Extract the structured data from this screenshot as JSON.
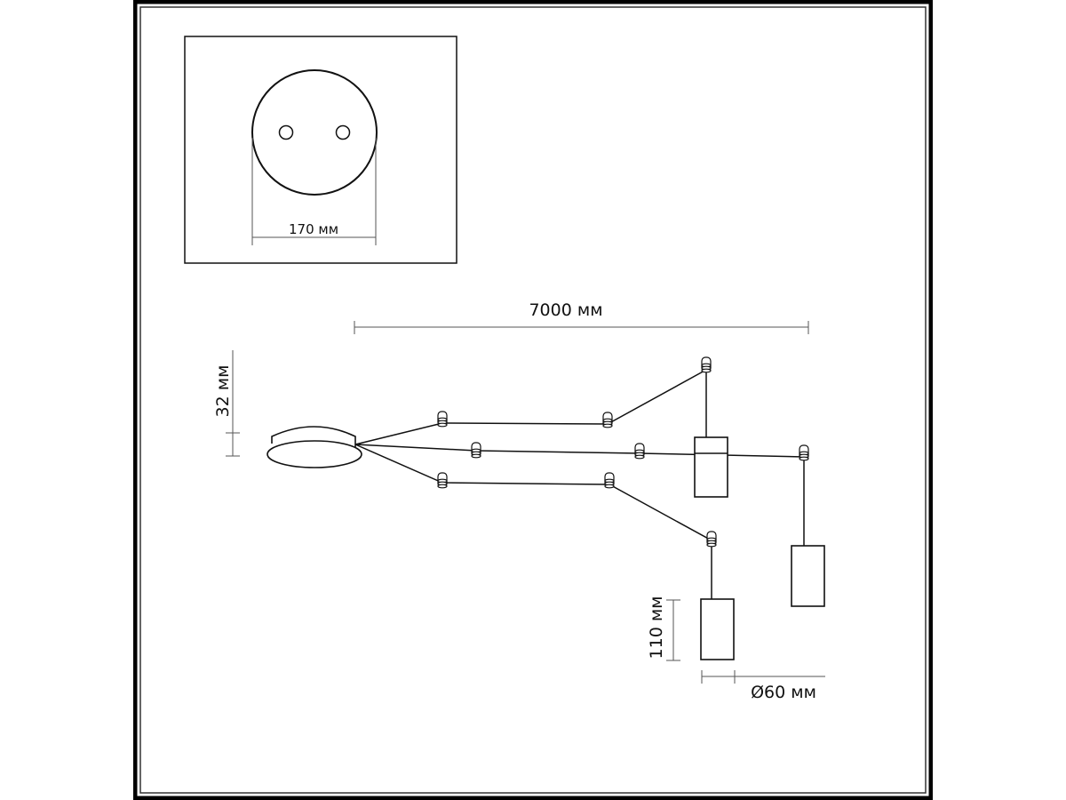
{
  "diagram": {
    "title": "Pendant lamp dimensional drawing",
    "canopy_view": {
      "diameter_label": "170 мм",
      "mount_holes": 2
    },
    "dimensions": {
      "cable_length_label": "7000 мм",
      "canopy_height_label": "32 мм",
      "shade_height_label": "110 мм",
      "shade_diameter_label": "Ø60 мм"
    },
    "pendants": 3,
    "cable_hooks": 9,
    "colors": {
      "line": "#111111",
      "dimension_line": "#444444",
      "background": "#ffffff",
      "frame": "#000000"
    }
  }
}
